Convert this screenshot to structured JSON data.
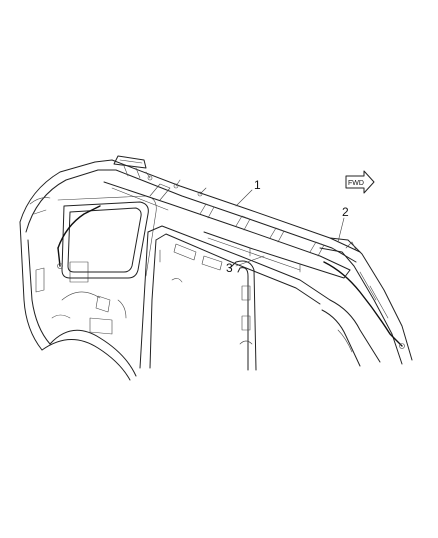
{
  "diagram": {
    "callouts": [
      {
        "id": "1",
        "label": "1"
      },
      {
        "id": "2",
        "label": "2"
      },
      {
        "id": "3",
        "label": "3"
      }
    ],
    "direction_arrow": {
      "label": "FWD"
    }
  }
}
